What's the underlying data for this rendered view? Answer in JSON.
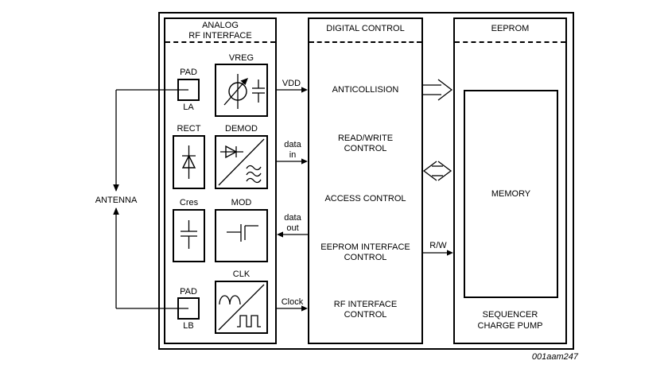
{
  "caption": "001aam247",
  "antenna": {
    "label": "ANTENNA"
  },
  "analog": {
    "title_line1": "ANALOG",
    "title_line2": "RF INTERFACE",
    "pad_la": {
      "label": "PAD",
      "sub": "LA"
    },
    "vreg": {
      "label": "VREG"
    },
    "rect": {
      "label": "RECT"
    },
    "demod": {
      "label": "DEMOD"
    },
    "cres": {
      "label": "Cres"
    },
    "mod": {
      "label": "MOD"
    },
    "pad_lb": {
      "label": "PAD",
      "sub": "LB"
    },
    "clk": {
      "label": "CLK"
    }
  },
  "digital": {
    "title": "DIGITAL CONTROL",
    "items": [
      {
        "l1": "ANTICOLLISION",
        "l2": ""
      },
      {
        "l1": "READ/WRITE",
        "l2": "CONTROL"
      },
      {
        "l1": "ACCESS CONTROL",
        "l2": ""
      },
      {
        "l1": "EEPROM INTERFACE",
        "l2": "CONTROL"
      },
      {
        "l1": "RF INTERFACE",
        "l2": "CONTROL"
      }
    ]
  },
  "eeprom": {
    "title": "EEPROM",
    "memory_label": "MEMORY",
    "footer_line1": "SEQUENCER",
    "footer_line2": "CHARGE PUMP"
  },
  "signals": {
    "vdd": "VDD",
    "data_in_l1": "data",
    "data_in_l2": "in",
    "data_out_l1": "data",
    "data_out_l2": "out",
    "clock": "Clock",
    "rw": "R/W"
  },
  "colors": {
    "line": "#000000",
    "background": "#ffffff"
  }
}
